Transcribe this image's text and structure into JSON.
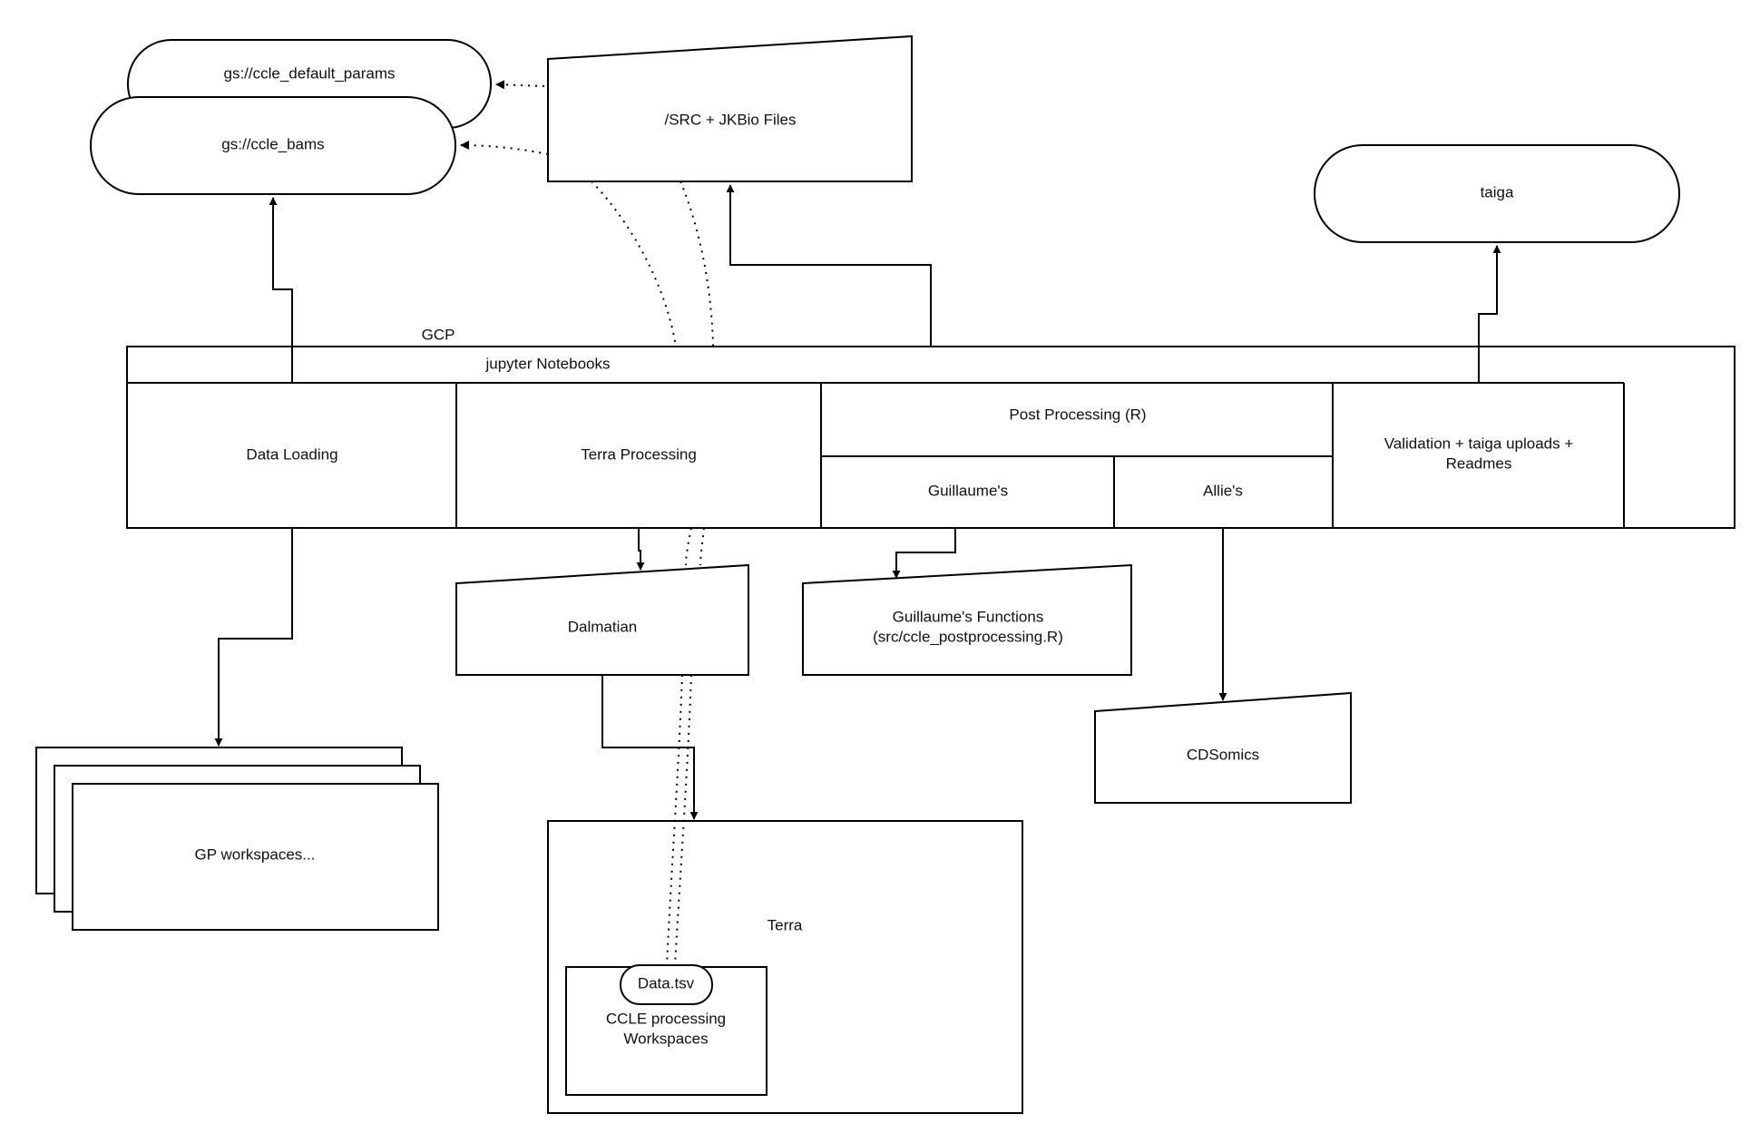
{
  "colors": {
    "stroke": "#000000",
    "background": "#ffffff",
    "text": "#111111"
  },
  "nodes": {
    "ccle_default_params": "gs://ccle_default_params",
    "ccle_bams": "gs://ccle_bams",
    "src_files": "/SRC + JKBio Files",
    "taiga": "taiga",
    "gcp": "GCP",
    "jupyter": "jupyter Notebooks",
    "data_loading": "Data Loading",
    "terra_processing": "Terra Processing",
    "post_processing": "Post Processing (R)",
    "guillaume": "Guillaume's",
    "allie": "Allie's",
    "validation_line1": "Validation + taiga uploads +",
    "validation_line2": "Readmes",
    "dalmatian": "Dalmatian",
    "guillaume_functions_line1": "Guillaume's Functions",
    "guillaume_functions_line2": "(src/ccle_postprocessing.R)",
    "cdsomics": "CDSomics",
    "gp_workspaces": "GP workspaces...",
    "terra": "Terra",
    "data_tsv": "Data.tsv",
    "ccle_workspaces_line1": "CCLE processing",
    "ccle_workspaces_line2": "Workspaces"
  }
}
